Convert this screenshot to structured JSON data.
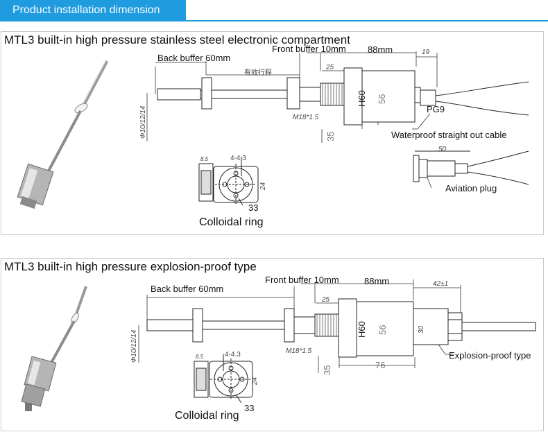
{
  "header": {
    "title": "Product installation dimension"
  },
  "panels": [
    {
      "title": "MTL3 built-in high pressure stainless steel electronic compartment",
      "labels": {
        "back_buffer": "Back buffer 60mm",
        "stroke_cn": "有效行程",
        "front_buffer": "Front buffer 10mm",
        "width_88": "88mm",
        "dim_19": "19",
        "dim_25": "25",
        "h60": "H60",
        "d56": "56",
        "thread": "M18*1.5",
        "d35": "35",
        "rod_diam": "Φ10/12/14",
        "pg9": "PG9",
        "waterproof": "Waterproof straight out cable",
        "dim_50": "50",
        "aviation": "Aviation plug",
        "ring_85": "8.5",
        "ring_holes": "4-4.3",
        "ring_24": "24",
        "ring_33": "33",
        "colloidal": "Colloidal ring"
      }
    },
    {
      "title": "MTL3 built-in high pressure explosion-proof type",
      "labels": {
        "back_buffer": "Back buffer 60mm",
        "front_buffer": "Front buffer 10mm",
        "width_88": "88mm",
        "dim_42": "42±1",
        "dim_25": "25",
        "h60": "H60",
        "d56": "56",
        "d30": "30",
        "thread": "M18*1.5",
        "d35": "35",
        "d76": "76",
        "rod_diam": "Φ10/12/14",
        "explosion": "Explosion-proof type",
        "ring_85": "8.5",
        "ring_holes": "4-4.3",
        "ring_24": "24",
        "ring_33": "33",
        "colloidal": "Colloidal ring"
      }
    }
  ]
}
